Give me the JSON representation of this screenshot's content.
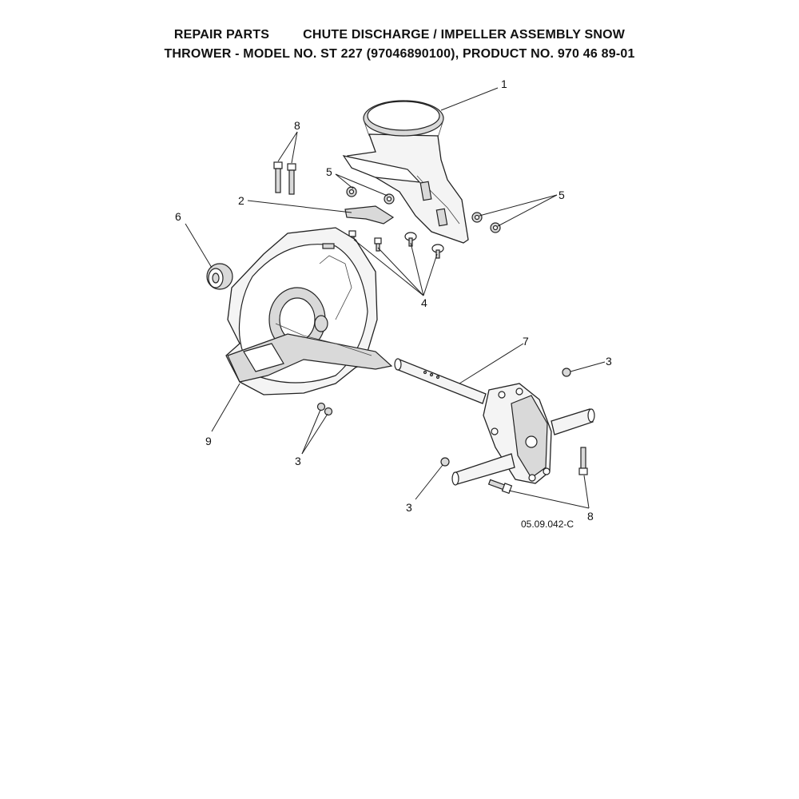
{
  "header": {
    "left": "REPAIR PARTS",
    "title_line1": "CHUTE DISCHARGE / IMPELLER ASSEMBLY SNOW",
    "title_line2": "THROWER - MODEL NO. ST 227 (97046890100), PRODUCT NO. 970 46 89-01"
  },
  "callouts": {
    "c1": "1",
    "c2": "2",
    "c3a": "3",
    "c3b": "3",
    "c3c": "3",
    "c4": "4",
    "c5a": "5",
    "c5b": "5",
    "c6": "6",
    "c7": "7",
    "c8a": "8",
    "c8b": "8",
    "c9": "9"
  },
  "figure_ref": "05.09.042-C"
}
